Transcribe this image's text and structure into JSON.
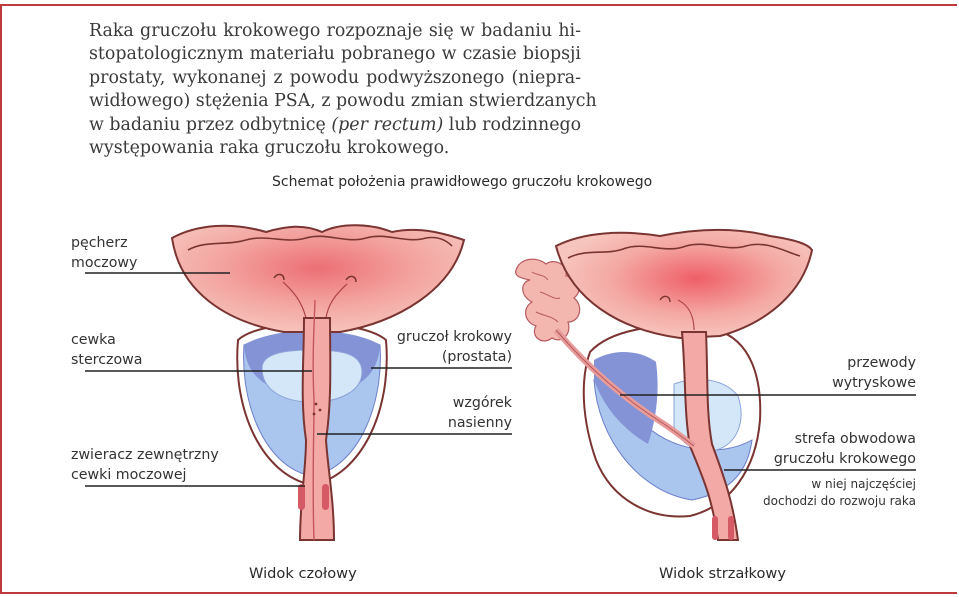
{
  "intro": {
    "lines": [
      "Raka gruczołu krokowego rozpoznaje się w badaniu hi-",
      "stopatologicznym materiału pobranego w czasie biopsji",
      "prostaty, wykonanej z powodu podwyższonego (niepra-",
      "widłowego) stężenia PSA, z powodu zmian stwierdzanych",
      "w badaniu przez odbytnicę ",
      "występowania raka gruczołu krokowego."
    ],
    "line5_italic": "(per rectum)",
    "line5_tail": " lub rodzinnego"
  },
  "caption": "Schemat położenia prawidłowego gruczołu krokowego",
  "labels": {
    "bladder": [
      "pęcherz",
      "moczowy"
    ],
    "urethra": [
      "cewka",
      "sterczowa"
    ],
    "sphincter": [
      "zwieracz zewnętrzny",
      "cewki moczowej"
    ],
    "prostate": [
      "gruczoł krokowy",
      "(prostata)"
    ],
    "colliculus": [
      "wzgórek",
      "nasienny"
    ],
    "ejaculatory": [
      "przewody",
      "wytryskowe"
    ],
    "peripheral": [
      "strefa obwodowa",
      "gruczołu krokowego"
    ],
    "peripheral_note": [
      "w niej najczęściej",
      "dochodzi do rozwoju raka"
    ]
  },
  "views": {
    "front": "Widok czołowy",
    "sagittal": "Widok strzałkowy"
  },
  "colors": {
    "frame": "#c0393b",
    "bladder_fill": "#f3b7b0",
    "bladder_center": "#ec6f74",
    "bladder_stroke": "#7a3532",
    "prostate_dark": "#8493d6",
    "prostate_light": "#aac5ee",
    "central_zone": "#d3e7f8",
    "urethra": "#f3a9a6"
  }
}
